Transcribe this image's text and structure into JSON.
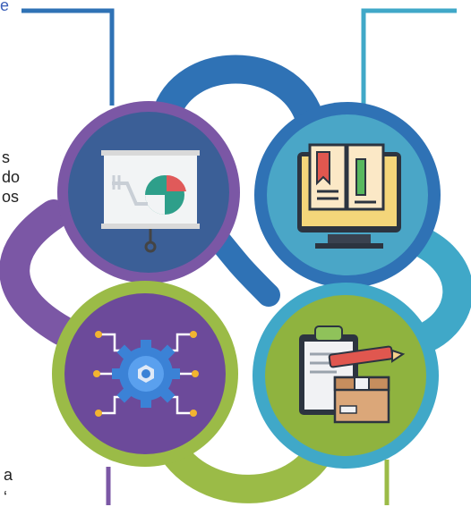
{
  "text_fragments": {
    "top_left": "e",
    "left_line_1": "s",
    "left_line_2": "do",
    "left_line_3": "os",
    "bottom_left_1": "a",
    "bottom_left_2": "‘"
  },
  "colors": {
    "background": "#ffffff",
    "blue_dark": "#2f72b5",
    "teal": "#40a8c8",
    "purple": "#7b57a5",
    "green": "#9bbb47",
    "projector_bg": "#3b5f97",
    "book_bg": "#4aa6c7",
    "gear_bg": "#6c4a9a",
    "clipboard_bg": "#8fb33f"
  },
  "diagram": {
    "segments": [
      {
        "position": "top-left",
        "icon": "presentation-chart-icon"
      },
      {
        "position": "top-right",
        "icon": "open-book-monitor-icon"
      },
      {
        "position": "bottom-left",
        "icon": "gear-network-icon"
      },
      {
        "position": "bottom-right",
        "icon": "clipboard-package-icon"
      }
    ]
  }
}
